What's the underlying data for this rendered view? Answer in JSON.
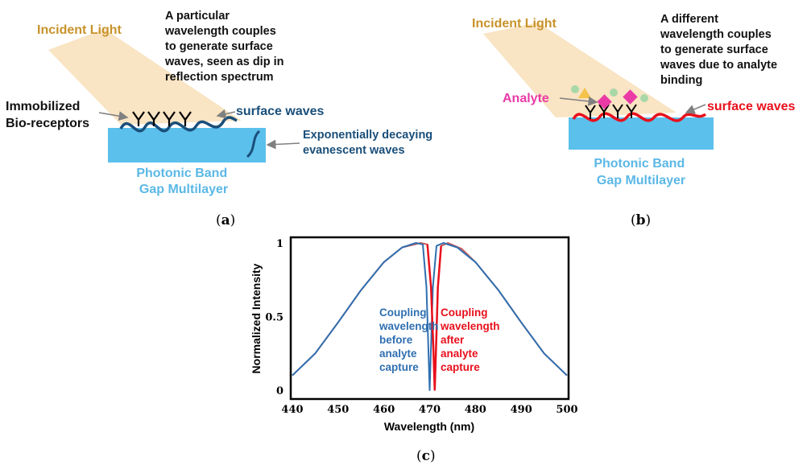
{
  "panel_a": {
    "incident_light": "Incident Light",
    "description": [
      "A particular",
      "wavelength couples",
      "to generate surface",
      "waves, seen as dip in",
      "reflection spectrum"
    ],
    "bioreceptors": [
      "Immobilized",
      "Bio-receptors"
    ],
    "surface_waves": "surface waves",
    "evanescent": [
      "Exponentially decaying",
      "evanescent waves"
    ],
    "substrate": [
      "Photonic Band",
      "Gap Multilayer"
    ],
    "caption": [
      "(",
      "a",
      ")"
    ]
  },
  "panel_b": {
    "incident_light": "Incident Light",
    "description": [
      "A different",
      "wavelength couples",
      "to generate surface",
      "waves due to analyte",
      "binding"
    ],
    "analyte": "Analyte",
    "surface_waves": "surface waves",
    "substrate": [
      "Photonic Band",
      "Gap Multilayer"
    ],
    "caption": [
      "(",
      "b",
      ")"
    ]
  },
  "panel_c": {
    "caption": [
      "(",
      "c",
      ")"
    ]
  },
  "colors": {
    "incident_light": "#c8922a",
    "light_beam": "#f9e4c3",
    "substrate": "#5bc0eb",
    "substrate_text": "#5bb8e6",
    "wave_blue": "#1a4f7a",
    "wave_red": "#e8101c",
    "analyte": "#ea3aa6",
    "curve_before": "#2f6fb0",
    "curve_after": "#d05a5a"
  },
  "chart_data": {
    "type": "line",
    "xlabel": "Wavelength (nm)",
    "ylabel": "Normalized Intensity",
    "xlim": [
      440,
      500
    ],
    "ylim": [
      0,
      1
    ],
    "xticks": [
      "440",
      "450",
      "460",
      "470",
      "480",
      "490",
      "500"
    ],
    "yticks": [
      "0",
      "0.5",
      "1"
    ],
    "annotations": [
      {
        "lines": [
          "Coupling",
          "wavelength",
          "before",
          "analyte",
          "capture"
        ],
        "color": "#2f6fb0"
      },
      {
        "lines": [
          "Coupling",
          "wavelength",
          "after",
          "analyte",
          "capture"
        ],
        "color": "#e8101c"
      }
    ],
    "series": [
      {
        "x": [
          440,
          445,
          450,
          455,
          460,
          464,
          467,
          468.5,
          469.3,
          469.7,
          470.0,
          470.3,
          470.7,
          471.5,
          473,
          476,
          480,
          485,
          490,
          495,
          500
        ],
        "y": [
          0.1,
          0.25,
          0.46,
          0.68,
          0.87,
          0.97,
          1.0,
          0.99,
          0.7,
          0.3,
          0.0,
          0.3,
          0.7,
          0.98,
          1.0,
          0.97,
          0.87,
          0.68,
          0.46,
          0.25,
          0.1
        ]
      },
      {
        "x": [
          440,
          445,
          450,
          455,
          460,
          464,
          468,
          469.5,
          470.3,
          470.8,
          471.1,
          471.4,
          471.8,
          472.5,
          474,
          477,
          480,
          485,
          490,
          495,
          500
        ],
        "y": [
          0.1,
          0.25,
          0.46,
          0.68,
          0.87,
          0.97,
          1.0,
          0.99,
          0.7,
          0.3,
          0.0,
          0.3,
          0.7,
          0.98,
          1.0,
          0.96,
          0.87,
          0.68,
          0.46,
          0.25,
          0.1
        ]
      }
    ]
  }
}
